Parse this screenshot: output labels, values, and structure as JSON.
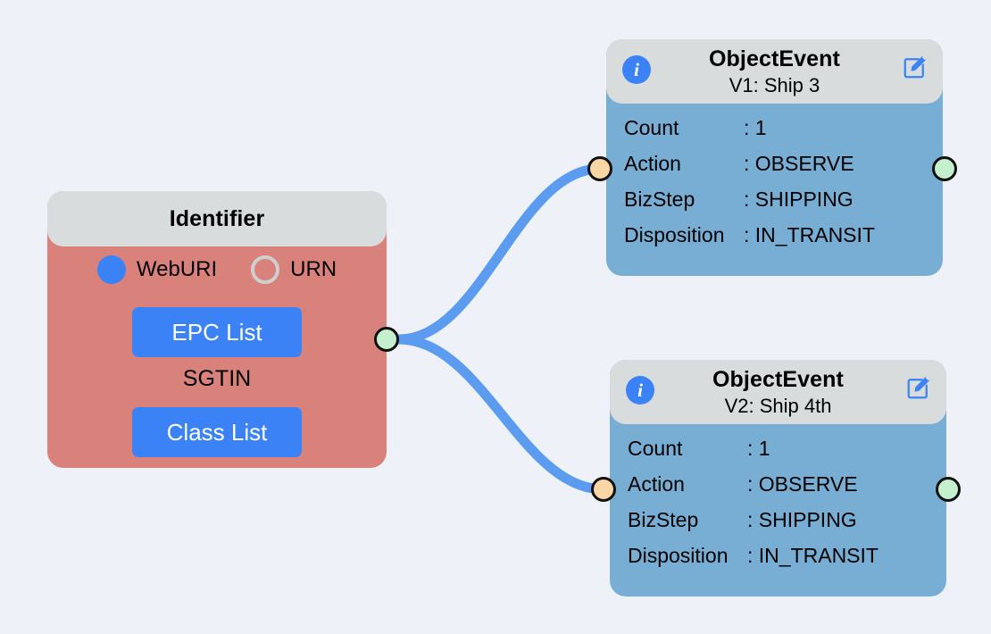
{
  "canvas": {
    "background_color": "#eef1f7",
    "edge_color": "#5b9bf0"
  },
  "nodes": {
    "identifier": {
      "title": "Identifier",
      "header_color": "#d8dcdd",
      "body_color": "#d9827c",
      "options": [
        {
          "label": "WebURI",
          "selected": true,
          "color": "#3b82f6"
        },
        {
          "label": "URN",
          "selected": false,
          "color": "#cfcfcf"
        }
      ],
      "epc_list_button": "EPC List",
      "sgtin_label": "SGTIN",
      "class_list_button": "Class List",
      "ports": {
        "output": "output-port"
      }
    },
    "object_event_1": {
      "title": "ObjectEvent",
      "subtitle": "V1: Ship 3",
      "header_color": "#d8dcdd",
      "body_color": "#79aed4",
      "info_icon_glyph": "i",
      "edit_icon": "edit-pencil-icon",
      "properties": [
        {
          "key": "Count",
          "value": ": 1"
        },
        {
          "key": "Action",
          "value": ": OBSERVE"
        },
        {
          "key": "BizStep",
          "value": ": SHIPPING"
        },
        {
          "key": "Disposition",
          "value": ": IN_TRANSIT"
        }
      ],
      "ports": {
        "input_color": "#fad6a5",
        "output_color": "#c5f0ce"
      }
    },
    "object_event_2": {
      "title": "ObjectEvent",
      "subtitle": "V2: Ship 4th",
      "header_color": "#d8dcdd",
      "body_color": "#79aed4",
      "info_icon_glyph": "i",
      "edit_icon": "edit-pencil-icon",
      "properties": [
        {
          "key": "Count",
          "value": ": 1"
        },
        {
          "key": "Action",
          "value": ": OBSERVE"
        },
        {
          "key": "BizStep",
          "value": ": SHIPPING"
        },
        {
          "key": "Disposition",
          "value": ": IN_TRANSIT"
        }
      ],
      "ports": {
        "input_color": "#fad6a5",
        "output_color": "#c5f0ce"
      }
    }
  },
  "edges": [
    {
      "from": "identifier.output",
      "to": "object_event_1.input"
    },
    {
      "from": "identifier.output",
      "to": "object_event_2.input"
    }
  ]
}
